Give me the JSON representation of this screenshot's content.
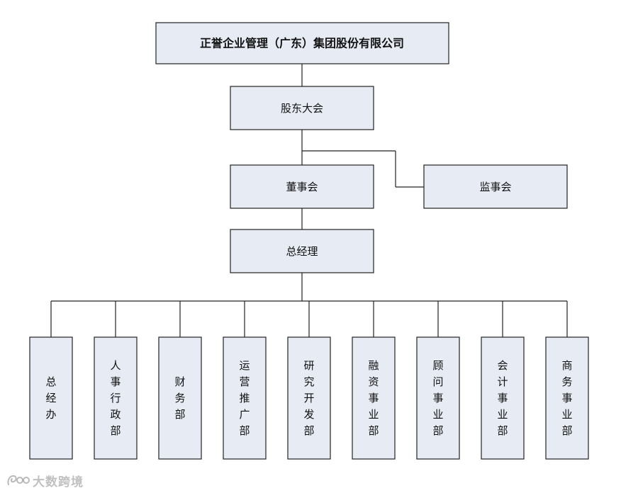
{
  "colors": {
    "box_fill": "#e6ebf4",
    "box_border": "#222222",
    "line": "#222222",
    "text": "#111111"
  },
  "chart": {
    "company": "正誉企业管理（广东）集团股份有限公司",
    "shareholders": "股东大会",
    "board": "董事会",
    "supervisors": "监事会",
    "gm": "总经理",
    "departments": [
      "总经办",
      "人事行政部",
      "财务部",
      "运营推广部",
      "研究开发部",
      "融资事业部",
      "顾问事业部",
      "会计事业部",
      "商务事业部"
    ]
  },
  "watermark": {
    "text": "大数跨境",
    "icon": "logo-icon"
  }
}
